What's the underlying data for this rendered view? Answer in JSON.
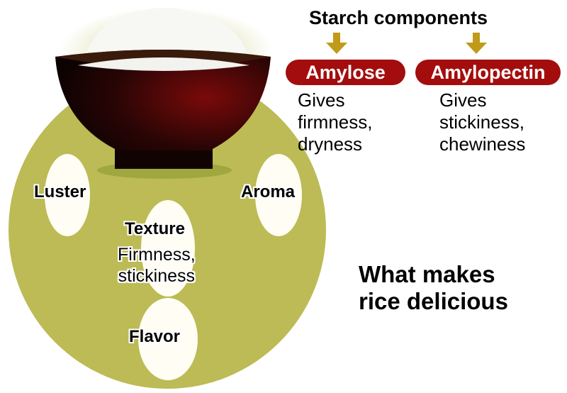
{
  "title": "Starch components",
  "components": [
    {
      "name": "Amylose",
      "description": [
        "Gives",
        "firmness,",
        "dryness"
      ]
    },
    {
      "name": "Amylopectin",
      "description": [
        "Gives",
        "stickiness,",
        "chewiness"
      ]
    }
  ],
  "factors": {
    "luster": "Luster",
    "aroma": "Aroma",
    "texture": "Texture",
    "texture_detail": [
      "Firmness,",
      "stickiness"
    ],
    "flavor": "Flavor"
  },
  "headline": [
    "What makes",
    "rice delicious"
  ],
  "colors": {
    "circle": "#bcbb55",
    "pill": "#a30d0d",
    "arrow": "#c19a1a",
    "grain": "#fffdf4"
  }
}
